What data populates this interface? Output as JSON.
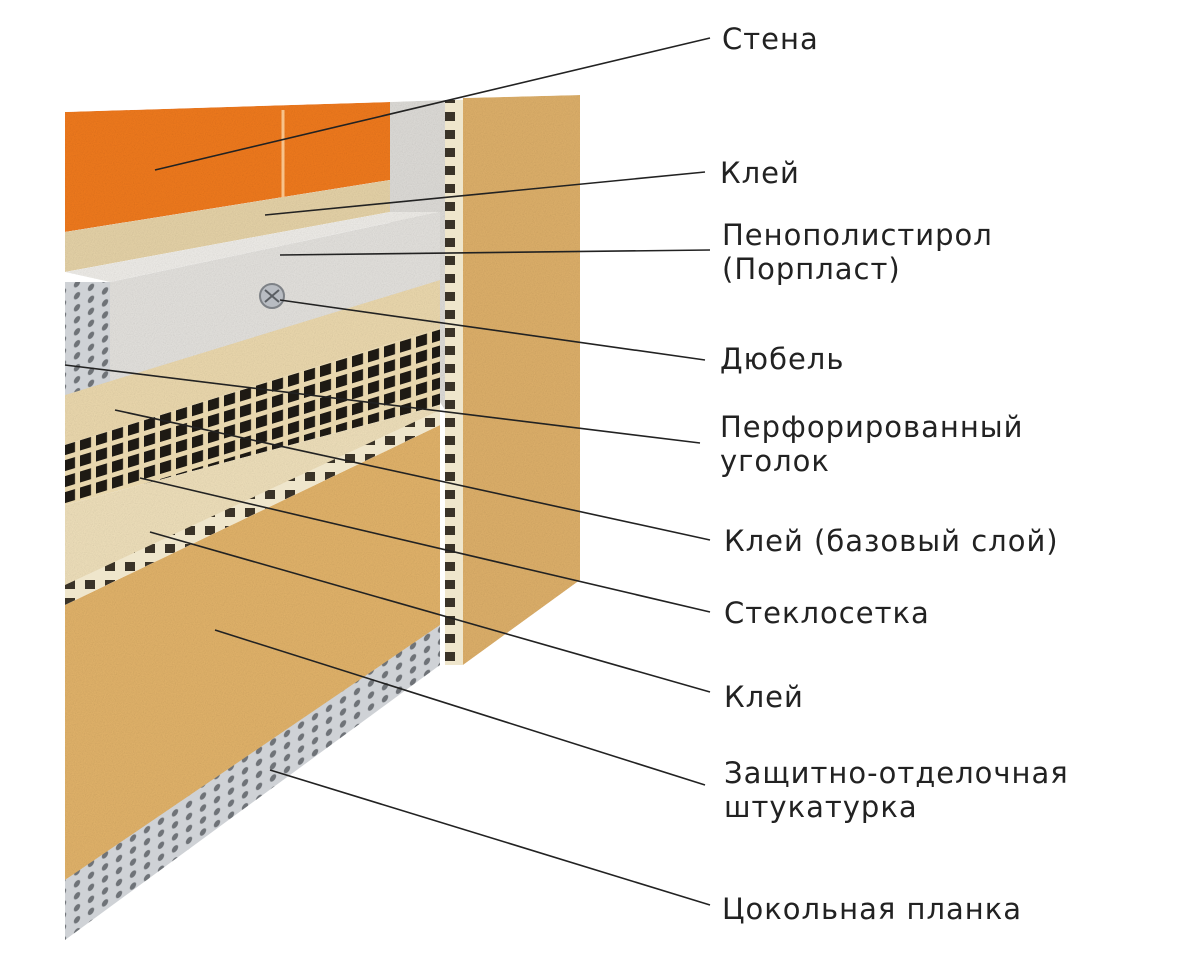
{
  "labels": [
    {
      "id": "wall",
      "text": "Стена"
    },
    {
      "id": "glue1",
      "text": "Клей"
    },
    {
      "id": "eps",
      "line1": "Пенополистирол",
      "line2": "(Порпласт)"
    },
    {
      "id": "dowel",
      "text": "Дюбель"
    },
    {
      "id": "corner",
      "line1": "Перфорированный",
      "line2": "уголок"
    },
    {
      "id": "glue-base",
      "text": "Клей (базовый слой)"
    },
    {
      "id": "mesh",
      "text": "Стеклосетка"
    },
    {
      "id": "glue2",
      "text": "Клей"
    },
    {
      "id": "plaster",
      "line1": "Защитно-отделочная",
      "line2": "штукатурка"
    },
    {
      "id": "plinth",
      "text": "Цокольная планка"
    }
  ],
  "colors": {
    "brick": "#f07a1c",
    "glue": "#e6d3a8",
    "eps": "#e4e2de",
    "plaster": "#e2b36a",
    "metal": "#c9ccd0",
    "leader": "#222222"
  }
}
